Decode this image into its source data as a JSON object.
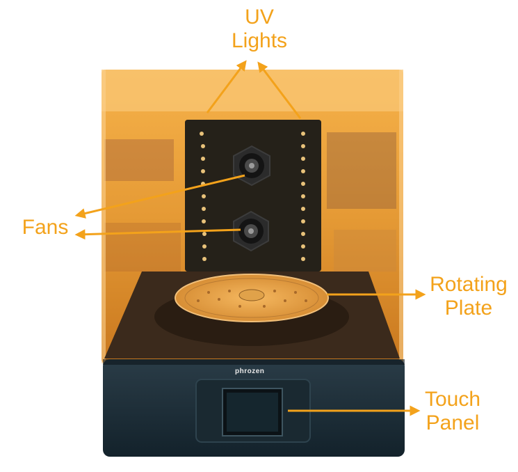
{
  "accent_color": "#f3a21b",
  "labels": {
    "uv_lights_line1": "UV",
    "uv_lights_line2": "Lights",
    "fans": "Fans",
    "rotating_plate_line1": "Rotating",
    "rotating_plate_line2": "Plate",
    "touch_panel_line1": "Touch",
    "touch_panel_line2": "Panel"
  },
  "device": {
    "brand": "phrozen"
  },
  "icons": {
    "fan": "fan-icon",
    "arrow": "arrow-icon"
  }
}
